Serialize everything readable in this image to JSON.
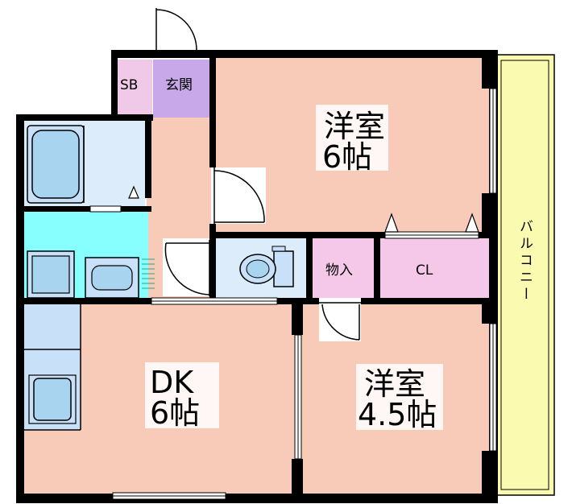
{
  "rooms": {
    "western_6": {
      "label_1": "洋室",
      "label_2": "6帖",
      "color": "#f8cbb8"
    },
    "western_45": {
      "label_1": "洋室",
      "label_2": "4.5帖",
      "color": "#f8cbb8"
    },
    "dk": {
      "label_1": "DK",
      "label_2": "6帖",
      "color": "#f8cbb8"
    },
    "entrance": {
      "label": "玄関",
      "color": "#c8a8e8"
    },
    "shoebox": {
      "label": "SB",
      "color": "#f0c8e8"
    },
    "storage": {
      "label": "物入",
      "color": "#f5c8ea"
    },
    "closet": {
      "label": "CL",
      "color": "#f5c8ea"
    },
    "balcony": {
      "label": "バルコニー",
      "color": "#fafab0"
    },
    "bath": {
      "color": "#dcecfa"
    },
    "washroom": {
      "color": "#88ffff"
    },
    "toilet": {
      "color": "#dcecfa"
    },
    "kitchen": {
      "color": "#c8e0f8"
    }
  }
}
